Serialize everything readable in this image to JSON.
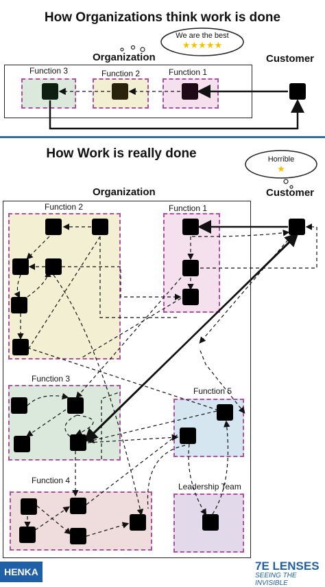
{
  "top": {
    "title": "How Organizations think work is done",
    "organization_label": "Organization",
    "customer_label": "Customer",
    "bubble_text": "We are the best",
    "bubble_stars": "★★★★★",
    "functions": [
      "Function 3",
      "Function 2",
      "Function 1"
    ]
  },
  "bottom": {
    "title": "How Work is really done",
    "organization_label": "Organization",
    "customer_label": "Customer",
    "bubble_text": "Horrible",
    "bubble_stars": "★",
    "functions": [
      "Function 2",
      "Function 1",
      "Function 3",
      "Function 5",
      "Function 4",
      "Leadership Team"
    ]
  },
  "footer": {
    "left_logo": "HENKA",
    "right_logo": "LENSES",
    "right_logo_mark": "7E",
    "right_tagline": "SEEING THE INVISIBLE"
  },
  "colors": {
    "divider": "#2f6fab",
    "function_border": "#b04fa0",
    "function2_fill": "#f3efd3",
    "function1_fill": "#f5e1ee",
    "function3_fill": "#dbe9dc",
    "function5_fill": "#d6e6f1",
    "function4_fill": "#efdcdc",
    "leadership_fill": "#e2d9ea",
    "star": "#f2c200",
    "brand_blue": "#1f5fa8"
  }
}
